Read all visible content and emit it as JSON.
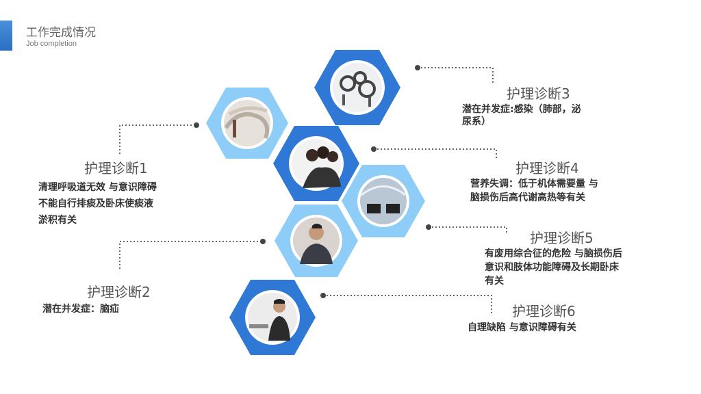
{
  "header": {
    "title": "工作完成情况",
    "subtitle": "Job completion"
  },
  "colors": {
    "hex_dark": "#2f78d6",
    "hex_light": "#8ecdf7",
    "connector": "#555555",
    "accent": "#3a84d6"
  },
  "images": [
    {
      "name": "maze-runner-photo"
    },
    {
      "name": "business-team-photo"
    },
    {
      "name": "gears-people-photo"
    },
    {
      "name": "laptops-network-photo"
    },
    {
      "name": "thinking-man-photo"
    },
    {
      "name": "businessman-photo"
    }
  ],
  "diagnoses": [
    {
      "title": "护理诊断1",
      "lines": [
        "清理呼吸道无效 与意识障碍",
        "不能自行排痰及卧床使痰液",
        "淤积有关"
      ]
    },
    {
      "title": "护理诊断2",
      "lines": [
        "潜在并发症：脑疝"
      ]
    },
    {
      "title": "护理诊断3",
      "lines": [
        "潜在并发症:感染（肺部，泌",
        "尿系）"
      ]
    },
    {
      "title": "护理诊断4",
      "lines": [
        "营养失调：低于机体需要量 与",
        "脑损伤后高代谢高热等有关"
      ]
    },
    {
      "title": "护理诊断5",
      "lines": [
        "有废用综合征的危险 与脑损伤后",
        "意识和肢体功能障碍及长期卧床",
        "有关"
      ]
    },
    {
      "title": "护理诊断6",
      "lines": [
        "自理缺陷  与意识障碍有关"
      ]
    }
  ]
}
